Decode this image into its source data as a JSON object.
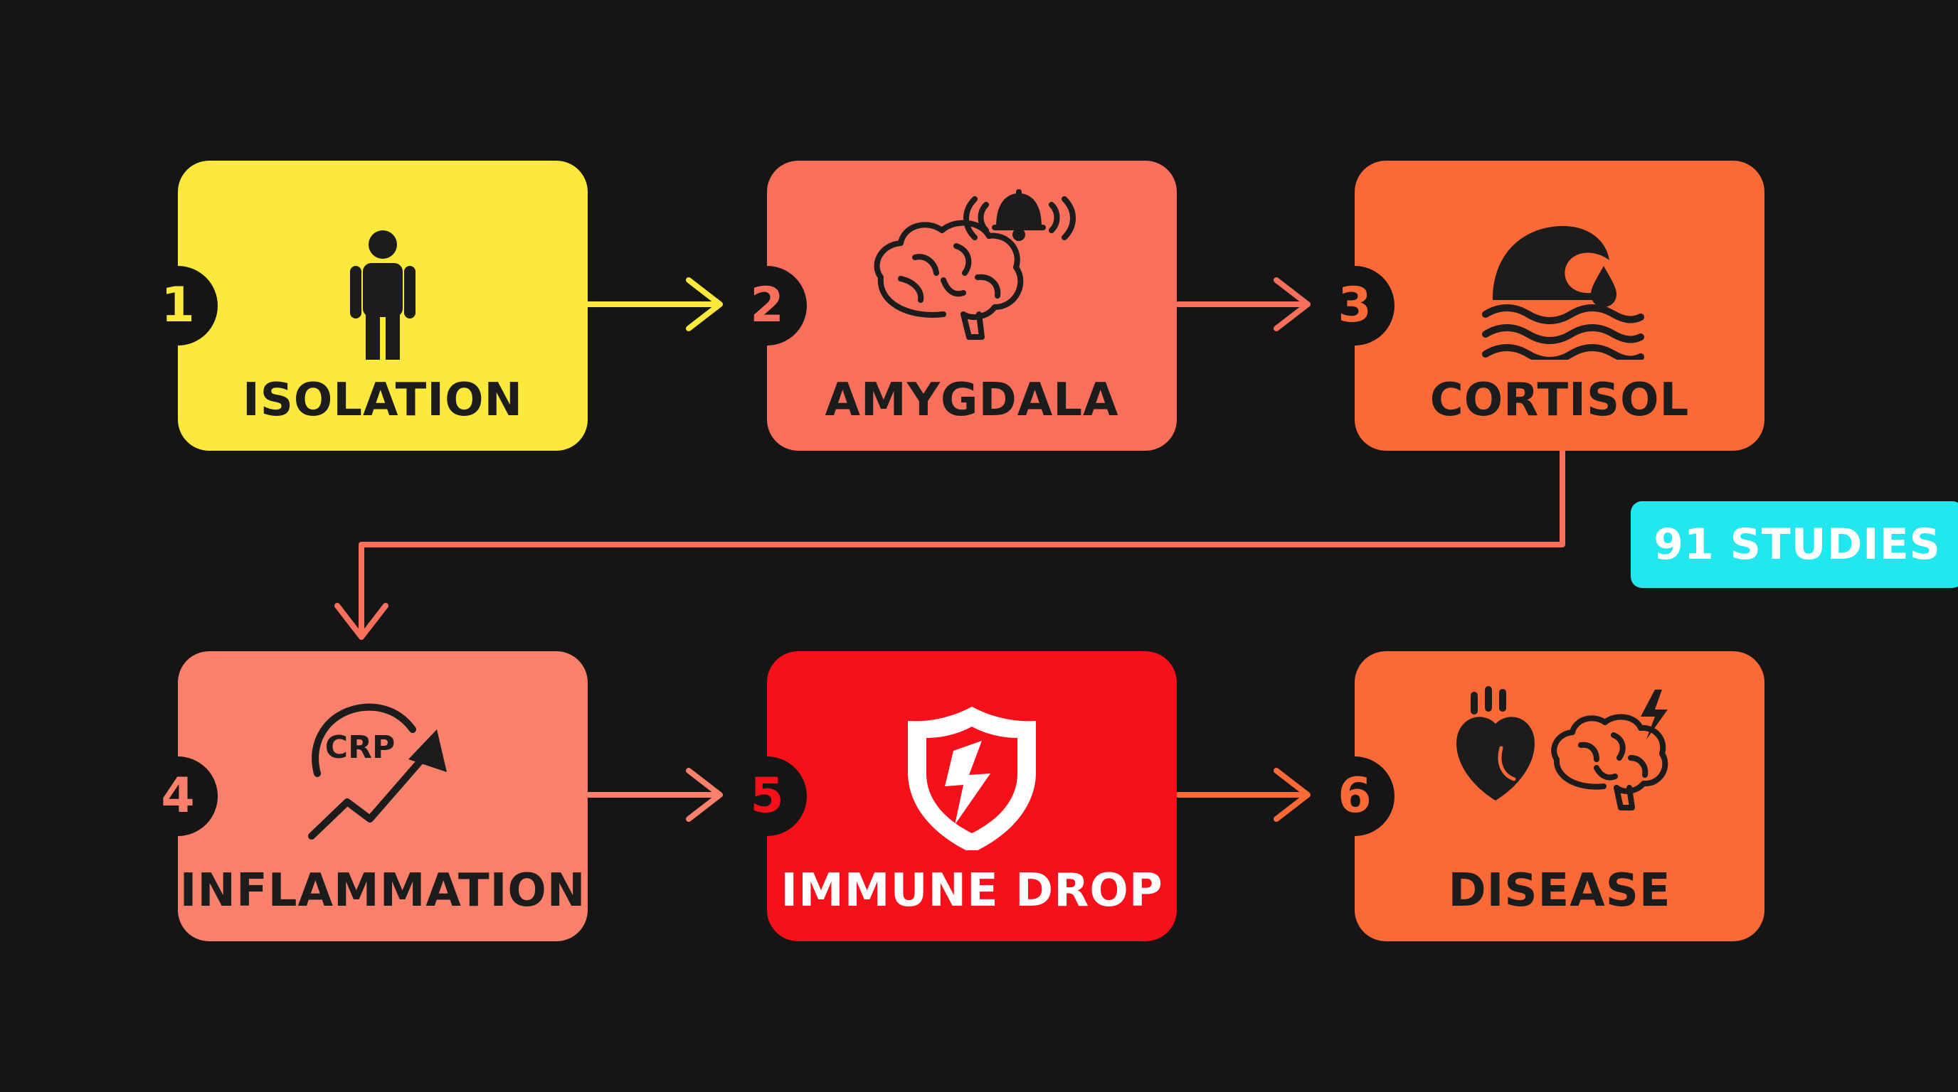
{
  "steps": [
    {
      "number": "1",
      "label": "ISOLATION",
      "icon": "person-icon",
      "color": "#fde93b",
      "number_color": "#fde93b",
      "text_color": "#1c1c1c"
    },
    {
      "number": "2",
      "label": "AMYGDALA",
      "icon": "brain-alarm-icon",
      "color": "#f86f5c",
      "number_color": "#f86f5c",
      "text_color": "#1c1c1c"
    },
    {
      "number": "3",
      "label": "CORTISOL",
      "icon": "wave-drop-icon",
      "color": "#fb6a36",
      "number_color": "#fb6a36",
      "text_color": "#1c1c1c"
    },
    {
      "number": "4",
      "label": "INFLAMMATION",
      "icon": "crp-rising-icon",
      "color": "#f9806a",
      "number_color": "#f9806a",
      "text_color": "#1c1c1c",
      "icon_text": "CRP"
    },
    {
      "number": "5",
      "label": "IMMUNE DROP",
      "icon": "broken-shield-icon",
      "color": "#f5101a",
      "number_color": "#f5101a",
      "text_color": "#ffffff"
    },
    {
      "number": "6",
      "label": "DISEASE",
      "icon": "heart-brain-icon",
      "color": "#fb6a36",
      "number_color": "#fb6a36",
      "text_color": "#1c1c1c"
    }
  ],
  "badge": {
    "label": "91 STUDIES",
    "color": "#22e7ee"
  },
  "connector_colors": [
    "#fde93b",
    "#f86f5c",
    "#f86f5c",
    "#f9806a",
    "#fb6a36"
  ]
}
